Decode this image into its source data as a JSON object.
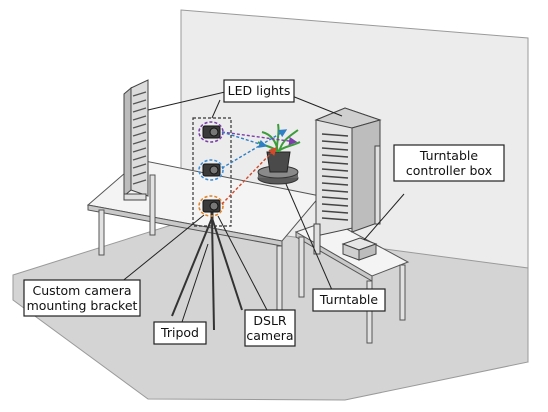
{
  "labels": {
    "led_lights": "LED lights",
    "turntable_controller": [
      "Turntable",
      "controller box"
    ],
    "custom_bracket": [
      "Custom camera",
      "mounting bracket"
    ],
    "tripod": "Tripod",
    "dslr_camera": [
      "DSLR",
      "camera"
    ],
    "turntable": "Turntable"
  },
  "colors": {
    "ray_purple": "#7b3fa8",
    "ray_blue": "#2f7fc4",
    "ray_red": "#d24a2a",
    "ray_orange": "#e0852a",
    "ring_purple": "#7b3fa8",
    "ring_blue": "#3f8fd6",
    "ring_orange": "#e0852a",
    "plant_green": "#3a9d3a"
  }
}
